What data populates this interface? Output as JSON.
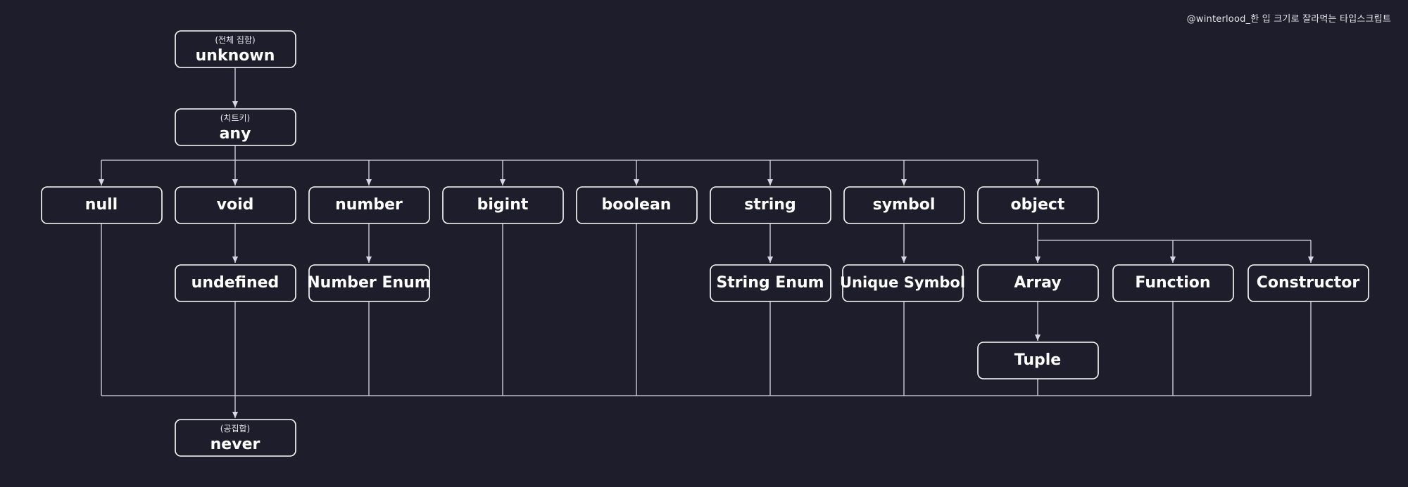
{
  "credit": "@winterlood_한 입 크기로 잘라먹는 타입스크립트",
  "colors": {
    "background": "#1e1d2b",
    "line": "#d9d9e2",
    "box_border": "#ffffff",
    "text": "#ffffff"
  },
  "nodes": {
    "unknown": {
      "label": "unknown",
      "sub": "(전체 집합)"
    },
    "any": {
      "label": "any",
      "sub": "(치트키)"
    },
    "null": {
      "label": "null"
    },
    "void": {
      "label": "void"
    },
    "number": {
      "label": "number"
    },
    "bigint": {
      "label": "bigint"
    },
    "boolean": {
      "label": "boolean"
    },
    "string": {
      "label": "string"
    },
    "symbol": {
      "label": "symbol"
    },
    "object": {
      "label": "object"
    },
    "undefined": {
      "label": "undefined"
    },
    "number_enum": {
      "label": "Number Enum"
    },
    "string_enum": {
      "label": "String Enum"
    },
    "unique_symbol": {
      "label": "Unique Symbol"
    },
    "array": {
      "label": "Array"
    },
    "function": {
      "label": "Function"
    },
    "constructor": {
      "label": "Constructor"
    },
    "tuple": {
      "label": "Tuple"
    },
    "never": {
      "label": "never",
      "sub": "(공집합)"
    }
  }
}
